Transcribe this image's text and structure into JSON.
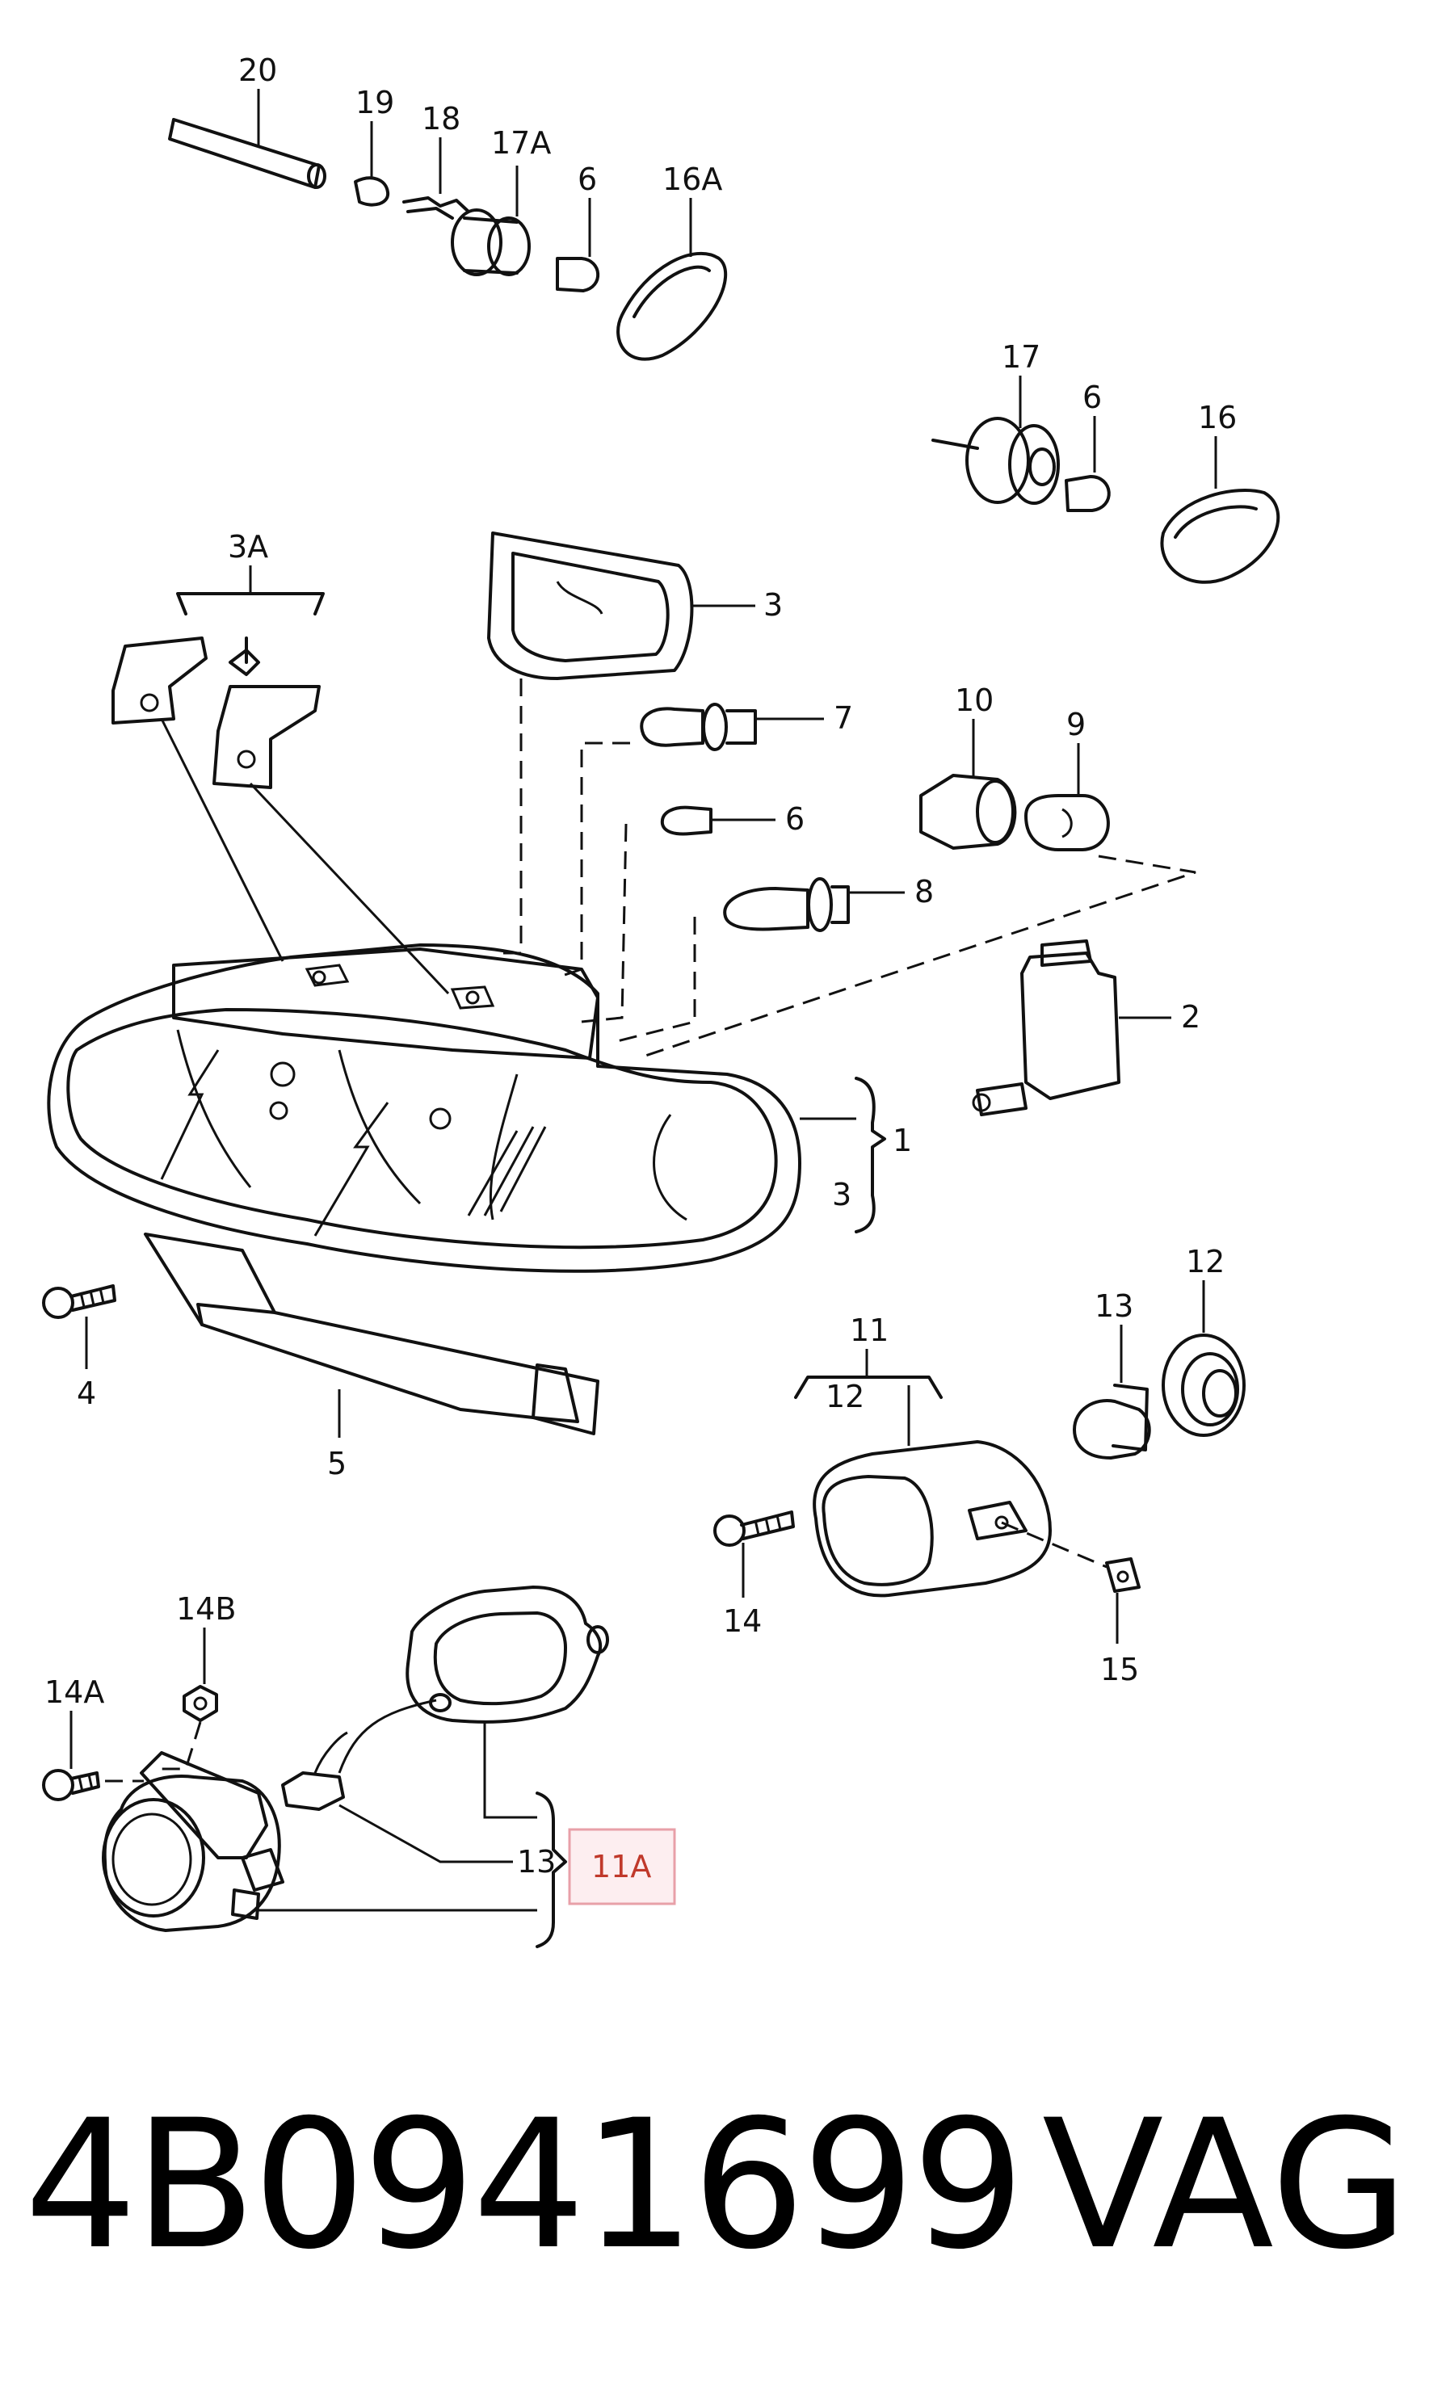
{
  "callouts": {
    "c20": "20",
    "c19": "19",
    "c18": "18",
    "c17A": "17A",
    "c6a": "6",
    "c16A": "16A",
    "c17": "17",
    "c6b": "6",
    "c16": "16",
    "c3A": "3A",
    "c3a": "3",
    "c7": "7",
    "c10": "10",
    "c9": "9",
    "c6c": "6",
    "c8": "8",
    "c2": "2",
    "c1": "1",
    "c3b": "3",
    "c4": "4",
    "c5": "5",
    "c12a": "12",
    "c13a": "13",
    "c11": "11",
    "c12b": "12",
    "c14": "14",
    "c15": "15",
    "c14B": "14B",
    "c14A": "14A",
    "c13b": "13",
    "c11A": "11A"
  },
  "footer": {
    "part_number": "4B0941699",
    "brand": "VAG"
  },
  "colors": {
    "line": "#111111",
    "highlight_box": "#e8a0a8",
    "highlight_fill": "#fdeef0",
    "highlight_text": "#c0392b"
  }
}
